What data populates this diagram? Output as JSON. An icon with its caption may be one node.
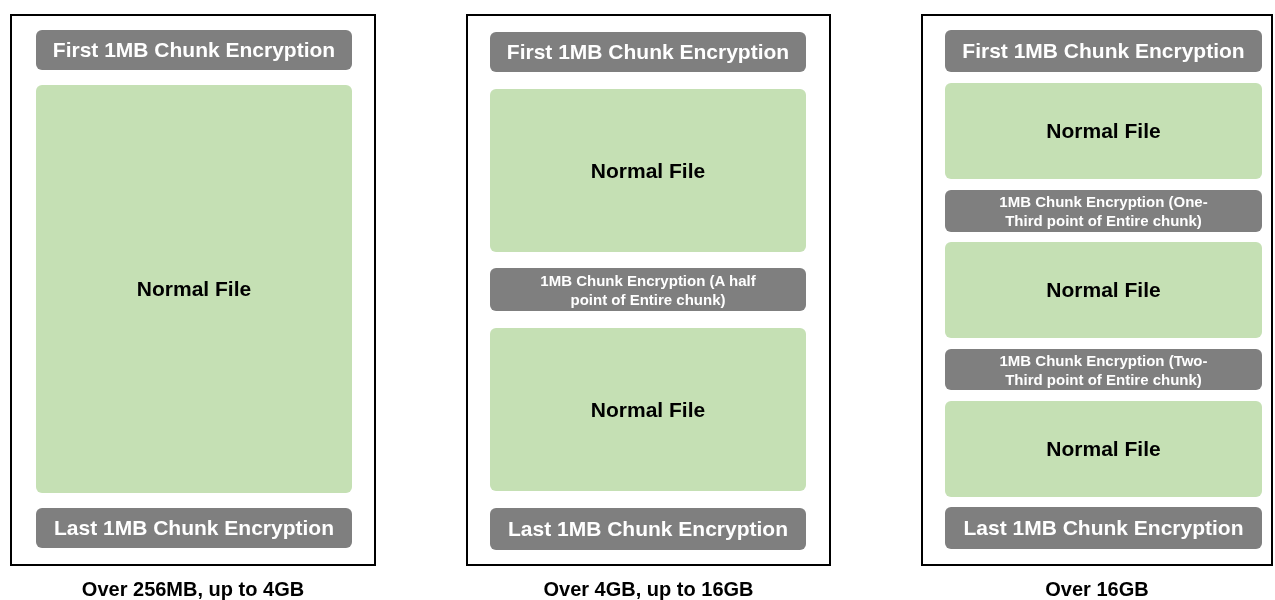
{
  "diagram": {
    "nodes": [
      {
        "text": [],
        "shape": "box",
        "beside": [
          "Over 256MB, up to 4GB"
        ]
      },
      {
        "text": [
          "First 1MB Chunk Encryption"
        ],
        "in": 0
      },
      {
        "text": [
          "Normal File"
        ],
        "in": 0
      },
      {
        "text": [
          "Last 1MB Chunk Encryption"
        ],
        "in": 0
      },
      {
        "text": [],
        "shape": "box",
        "beside": [
          "Over 4GB, up to 16GB"
        ]
      },
      {
        "text": [
          "First 1MB Chunk Encryption"
        ],
        "in": 4
      },
      {
        "text": [
          "Normal File"
        ],
        "in": 4
      },
      {
        "text": [
          "1MB Chunk Encryption (A half point of Entire chunk)"
        ],
        "in": 4
      },
      {
        "text": [
          "Normal File"
        ],
        "in": 4
      },
      {
        "text": [
          "Last 1MB Chunk Encryption"
        ],
        "in": 4
      },
      {
        "text": [],
        "shape": "box",
        "beside": [
          "Over 16GB"
        ]
      },
      {
        "text": [
          "First 1MB Chunk Encryption"
        ],
        "in": 10
      },
      {
        "text": [
          "Normal File"
        ],
        "in": 10
      },
      {
        "text": [
          "1MB Chunk Encryption (One-Third point of Entire chunk)"
        ],
        "in": 10
      },
      {
        "text": [
          "Normal File"
        ],
        "in": 10
      },
      {
        "text": [
          "1MB Chunk Encryption (Two-Third point of Entire chunk)"
        ],
        "in": 10
      },
      {
        "text": [
          "Normal File"
        ],
        "in": 10
      },
      {
        "text": [
          "Last 1MB Chunk Encryption"
        ],
        "in": 10
      }
    ]
  }
}
